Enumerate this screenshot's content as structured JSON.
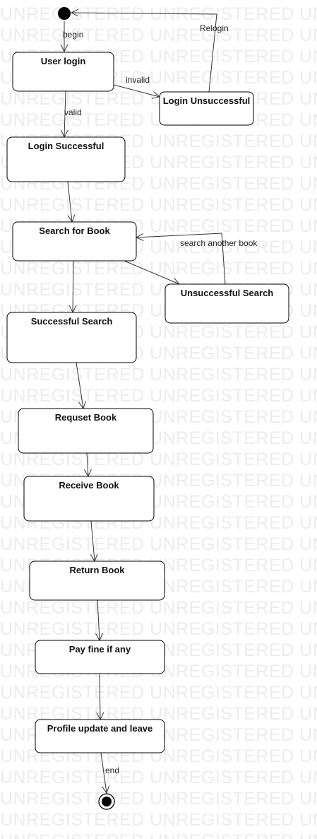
{
  "diagram": {
    "watermark_text": "UNREGISTERED UNREGISTERED UNRE",
    "states": [
      {
        "id": "user-login",
        "label": "User login"
      },
      {
        "id": "login-unsuccessful",
        "label": "Login Unsuccessful"
      },
      {
        "id": "login-successful",
        "label": "Login Successful"
      },
      {
        "id": "search-for-book",
        "label": "Search for Book"
      },
      {
        "id": "unsuccessful-search",
        "label": "Unsuccessful Search"
      },
      {
        "id": "successful-search",
        "label": "Successful Search"
      },
      {
        "id": "request-book",
        "label": "Requset Book"
      },
      {
        "id": "receive-book",
        "label": "Receive Book"
      },
      {
        "id": "return-book",
        "label": "Return Book"
      },
      {
        "id": "pay-fine",
        "label": "Pay fine if any"
      },
      {
        "id": "profile-update",
        "label": "Profile update and leave"
      }
    ],
    "transitions": [
      {
        "id": "begin",
        "from": "start",
        "to": "user-login",
        "label": "begin"
      },
      {
        "id": "invalid",
        "from": "user-login",
        "to": "login-unsuccessful",
        "label": "invalid"
      },
      {
        "id": "relogin",
        "from": "login-unsuccessful",
        "to": "start",
        "label": "Relogin"
      },
      {
        "id": "valid",
        "from": "user-login",
        "to": "login-successful",
        "label": "valid"
      },
      {
        "id": "to-search",
        "from": "login-successful",
        "to": "search-for-book",
        "label": ""
      },
      {
        "id": "search-fail",
        "from": "search-for-book",
        "to": "unsuccessful-search",
        "label": ""
      },
      {
        "id": "search-another",
        "from": "unsuccessful-search",
        "to": "search-for-book",
        "label": "search another book"
      },
      {
        "id": "search-ok",
        "from": "search-for-book",
        "to": "successful-search",
        "label": ""
      },
      {
        "id": "to-request",
        "from": "successful-search",
        "to": "request-book",
        "label": ""
      },
      {
        "id": "to-receive",
        "from": "request-book",
        "to": "receive-book",
        "label": ""
      },
      {
        "id": "to-return",
        "from": "receive-book",
        "to": "return-book",
        "label": ""
      },
      {
        "id": "to-pay",
        "from": "return-book",
        "to": "pay-fine",
        "label": ""
      },
      {
        "id": "to-profile",
        "from": "pay-fine",
        "to": "profile-update",
        "label": ""
      },
      {
        "id": "end",
        "from": "profile-update",
        "to": "final",
        "label": "end"
      }
    ]
  }
}
